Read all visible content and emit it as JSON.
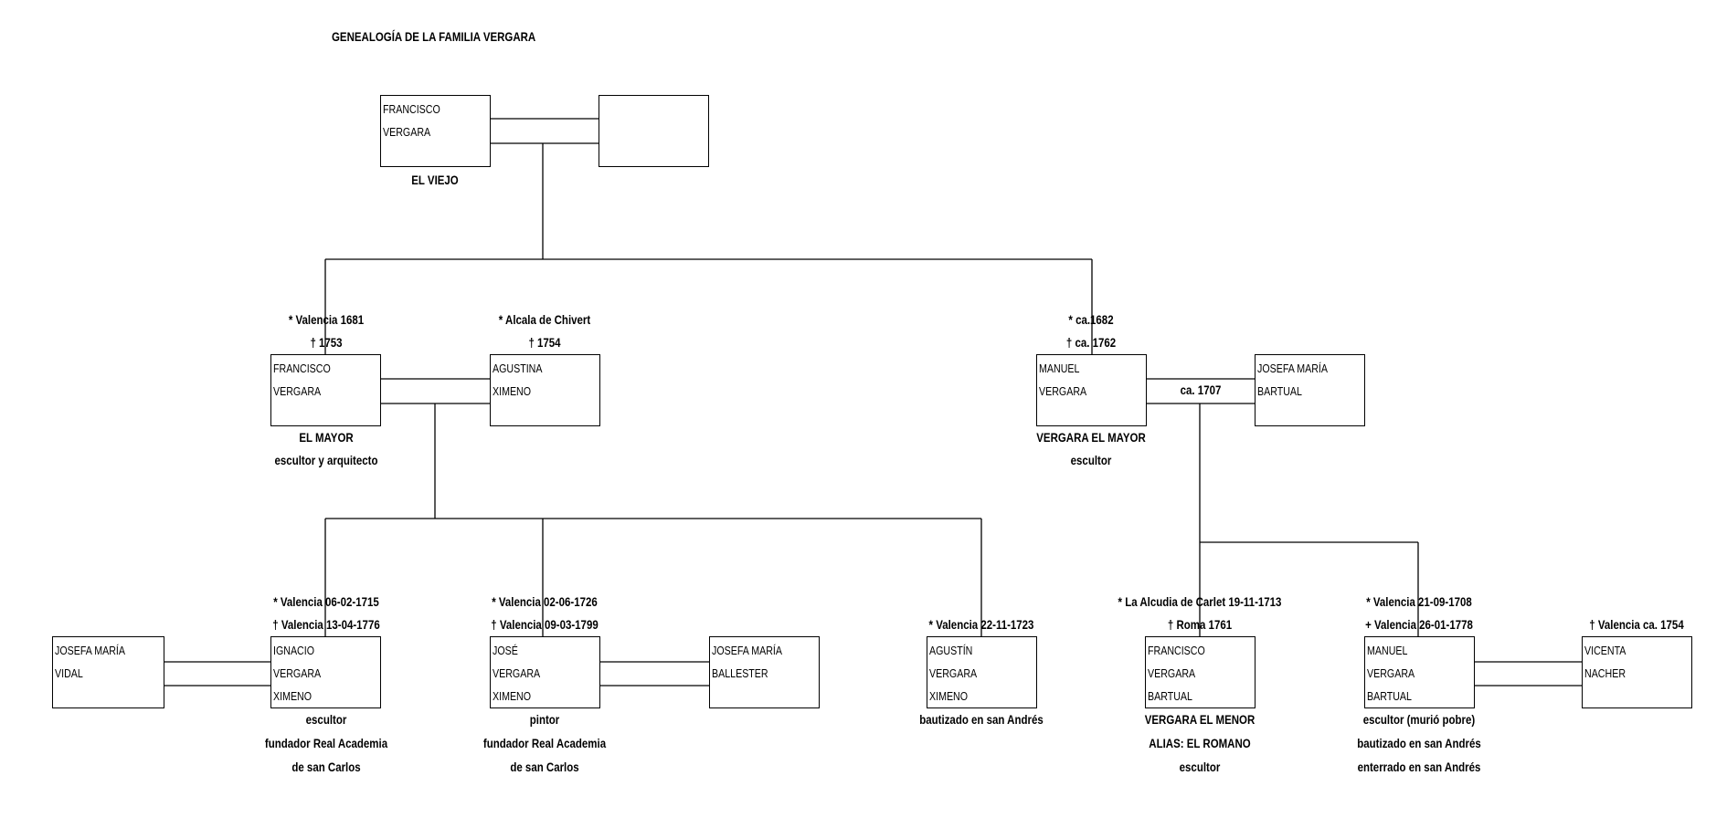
{
  "title": "GENEALOGÍA DE LA FAMILIA VERGARA",
  "persons": {
    "francisco_viejo": {
      "lines": [
        "FRANCISCO",
        "VERGARA"
      ],
      "above": [],
      "below": [
        "EL VIEJO"
      ]
    },
    "spouse_unknown": {
      "lines": [],
      "above": [],
      "below": []
    },
    "francisco_mayor": {
      "lines": [
        "FRANCISCO",
        "VERGARA"
      ],
      "above": [
        "* Valencia 1681",
        "† 1753"
      ],
      "below": [
        "EL MAYOR",
        "escultor y arquitecto"
      ]
    },
    "agustina_ximeno": {
      "lines": [
        "AGUSTINA",
        "XIMENO"
      ],
      "above": [
        "* Alcala de Chivert",
        "† 1754"
      ],
      "below": []
    },
    "manuel_vergara": {
      "lines": [
        "MANUEL",
        "VERGARA"
      ],
      "above": [
        "* ca.1682",
        "† ca. 1762"
      ],
      "below": [
        "VERGARA EL MAYOR",
        "escultor"
      ]
    },
    "josefa_bartual": {
      "lines": [
        "JOSEFA MARÍA",
        "BARTUAL"
      ],
      "above": [],
      "below": []
    },
    "josefa_vidal": {
      "lines": [
        "JOSEFA MARÍA",
        "VIDAL"
      ],
      "above": [],
      "below": []
    },
    "ignacio": {
      "lines": [
        "IGNACIO",
        "VERGARA",
        "XIMENO"
      ],
      "above": [
        "* Valencia 06-02-1715",
        "† Valencia 13-04-1776"
      ],
      "below": [
        "escultor",
        "fundador Real Academia",
        "de san Carlos"
      ]
    },
    "jose": {
      "lines": [
        "JOSÉ",
        "VERGARA",
        "XIMENO"
      ],
      "above": [
        "* Valencia 02-06-1726",
        "† Valencia 09-03-1799"
      ],
      "below": [
        "pintor",
        "fundador Real Academia",
        "de san Carlos"
      ]
    },
    "josefa_ballester": {
      "lines": [
        "JOSEFA MARÍA",
        "BALLESTER"
      ],
      "above": [],
      "below": []
    },
    "agustin": {
      "lines": [
        "AGUSTÍN",
        "VERGARA",
        "XIMENO"
      ],
      "above": [
        "* Valencia 22-11-1723"
      ],
      "below": [
        "bautizado en san Andrés"
      ]
    },
    "francisco_menor": {
      "lines": [
        "FRANCISCO",
        "VERGARA",
        "BARTUAL"
      ],
      "above": [
        "* La Alcudia de Carlet 19-11-1713",
        "† Roma 1761"
      ],
      "below": [
        "VERGARA EL MENOR",
        "ALIAS: EL ROMANO",
        "escultor"
      ]
    },
    "manuel_bartual": {
      "lines": [
        "MANUEL",
        "VERGARA",
        "BARTUAL"
      ],
      "above": [
        "* Valencia 21-09-1708",
        "+ Valencia 26-01-1778"
      ],
      "below": [
        "escultor (murió pobre)",
        "bautizado en san Andrés",
        "enterrado en san Andrés"
      ]
    },
    "vicenta_nacher": {
      "lines": [
        "VICENTA",
        "NACHER"
      ],
      "above": [
        "† Valencia ca. 1754"
      ],
      "below": []
    }
  },
  "marriages": {
    "manuel_josefa": "ca. 1707"
  }
}
